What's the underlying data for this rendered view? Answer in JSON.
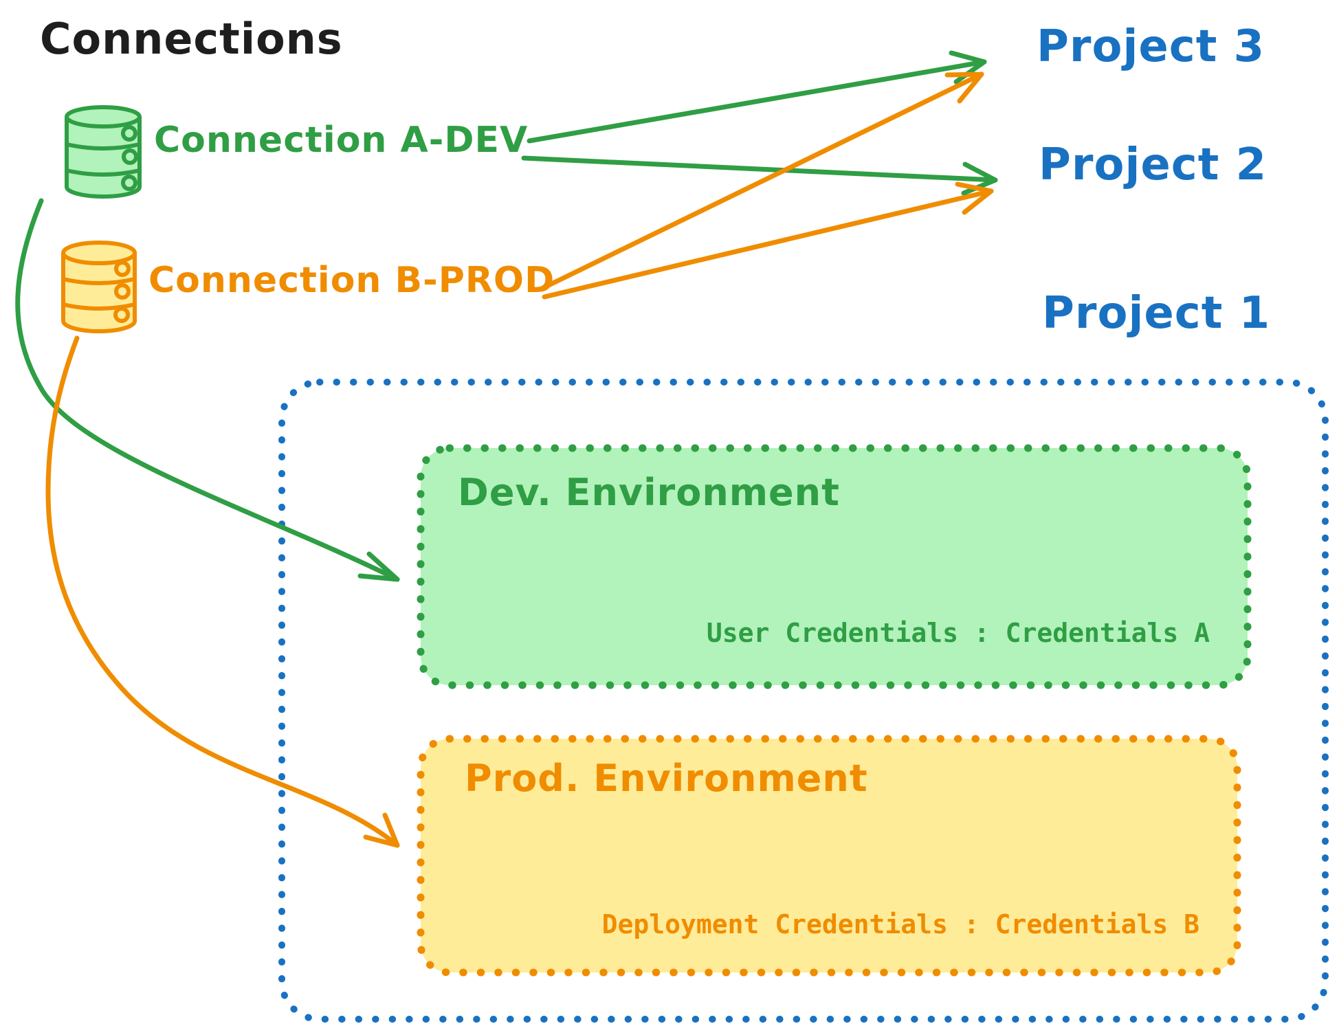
{
  "title": "Connections",
  "palette": {
    "ink_black": "#1e1e1e",
    "green_stroke": "#2f9e44",
    "green_fill": "#b2f2bb",
    "orange_stroke": "#f08c00",
    "orange_fill": "#ffec99",
    "blue_stroke": "#1971c2"
  },
  "connections": [
    {
      "label": "Connection A-DEV"
    },
    {
      "label": "Connection B-PROD"
    }
  ],
  "projects": [
    {
      "label": "Project 3"
    },
    {
      "label": "Project 2"
    },
    {
      "label": "Project 1"
    }
  ],
  "project1_detail": {
    "dev_environment": {
      "title": "Dev. Environment",
      "credentials": "User Credentials : Credentials A"
    },
    "prod_environment": {
      "title": "Prod. Environment",
      "credentials": "Deployment Credentials : Credentials B"
    }
  }
}
